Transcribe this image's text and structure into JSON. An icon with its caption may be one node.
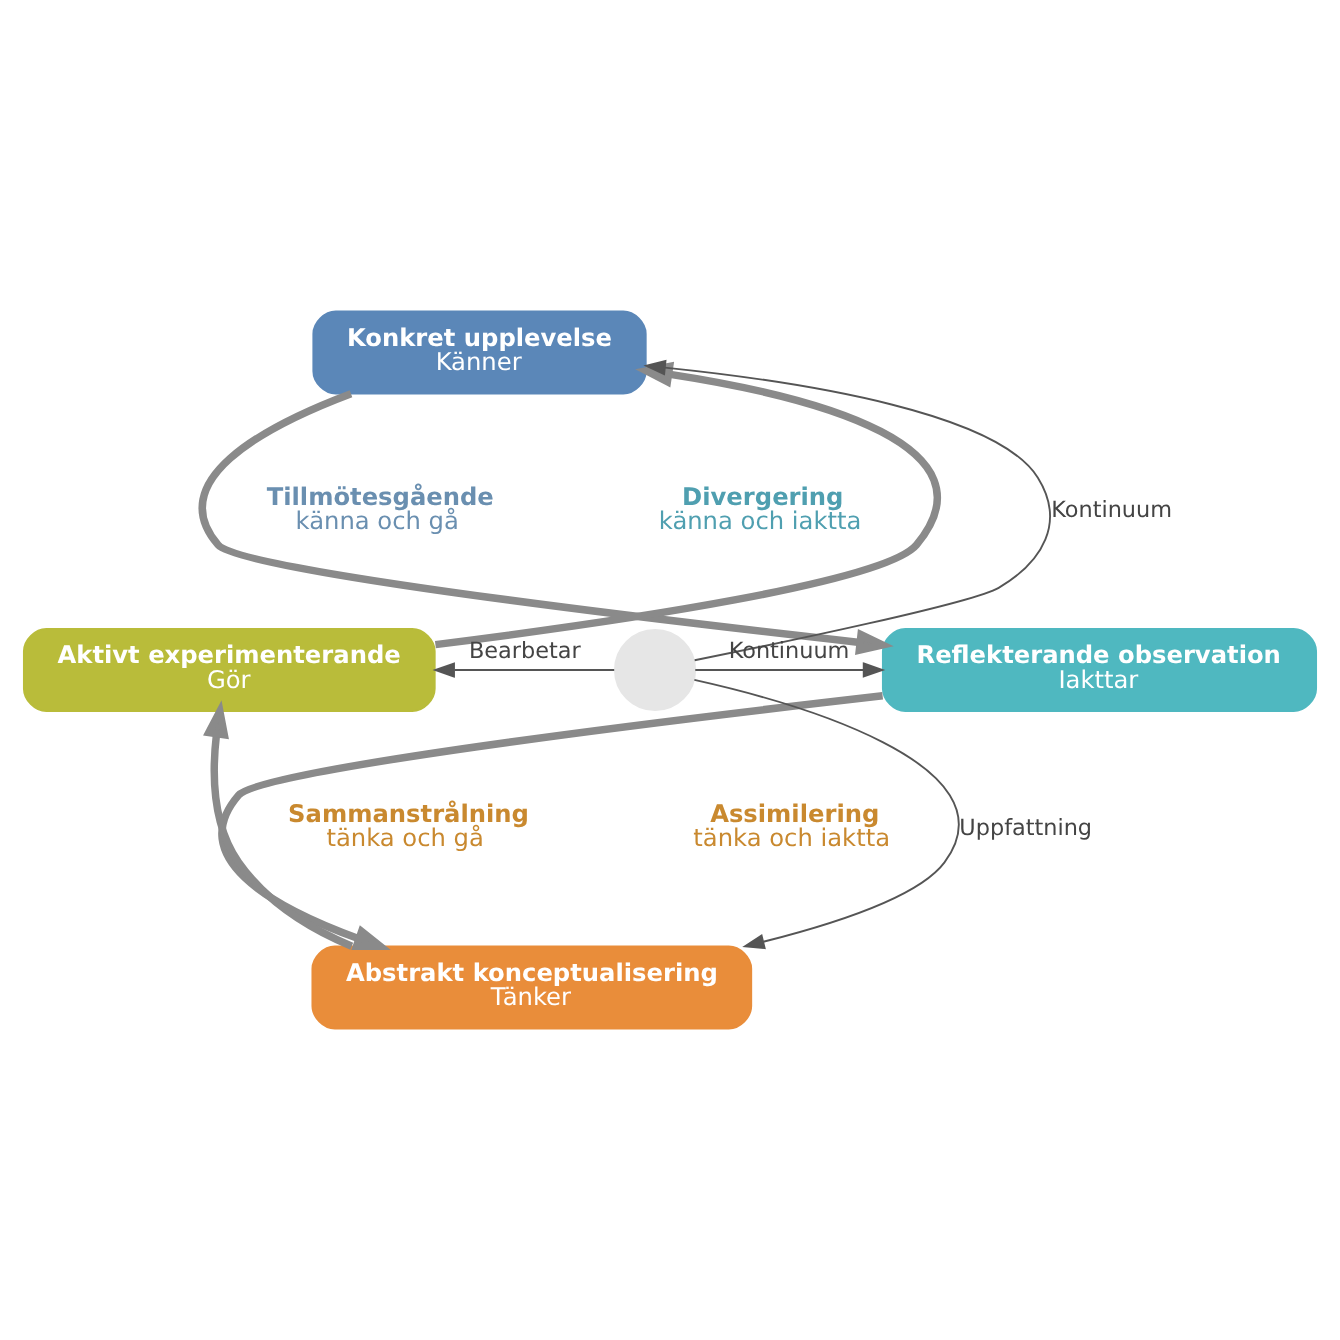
{
  "diagram": {
    "nodes": [
      {
        "text": [
          "Konkret upplevelse",
          "Känner"
        ]
      },
      {
        "text": [
          "Reflekterande observation",
          "Iakttar"
        ]
      },
      {
        "text": [
          "Abstrakt konceptualisering",
          "Tänker"
        ]
      },
      {
        "text": [
          "Aktivt experimenterande",
          "Gör"
        ]
      },
      {
        "text": [],
        "shape": "circle"
      }
    ],
    "edges": [
      {
        "from": 0,
        "to": 1,
        "arrow": "to",
        "style": "thick"
      },
      {
        "from": 1,
        "to": 2,
        "arrow": "to",
        "style": "thick"
      },
      {
        "from": 2,
        "to": 3,
        "arrow": "to",
        "style": "thick"
      },
      {
        "from": 3,
        "to": 0,
        "arrow": "to",
        "style": "thick"
      },
      {
        "from": 4,
        "to": 0,
        "arrow": "to",
        "label": "Kontinuum"
      },
      {
        "from": 4,
        "to": 3,
        "arrow": "to",
        "label": "Bearbetar"
      },
      {
        "from": 4,
        "to": 1,
        "arrow": "to",
        "label": "Kontinuum"
      },
      {
        "from": 4,
        "to": 2,
        "arrow": "to",
        "label": "Uppfattning"
      }
    ],
    "labels": [
      "Tillmötesgående",
      "känna och gå",
      "Divergering",
      "känna och iaktta",
      "Sammanstrålning",
      "tänka och gå",
      "Assimilering",
      "tänka och iaktta"
    ]
  }
}
